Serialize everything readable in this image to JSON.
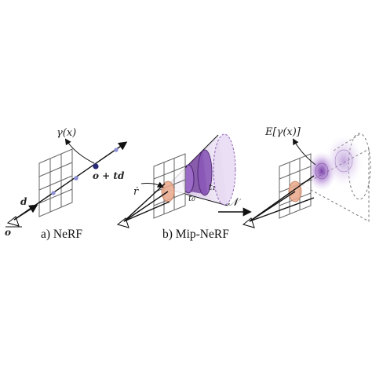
{
  "panels": {
    "nerf": {
      "caption": "a) NeRF",
      "label_gamma": "γ(x)",
      "label_point": "o + td",
      "label_dir": "d",
      "label_origin": "o"
    },
    "mipnerf": {
      "caption": "b) Mip-NeRF",
      "label_radius": "ṙ",
      "label_t0": "t₀",
      "label_t1": "t₁",
      "label_arrow": "𝒩",
      "label_expect": "E[γ(x)]"
    }
  },
  "colors": {
    "ink": "#111111",
    "grid": "#666666",
    "footprint": "#e9a88a",
    "cone": "#8a5cb8",
    "cone_light": "#d9c8ec",
    "sample": "#8b8fd6",
    "point": "#2a2a7a"
  }
}
